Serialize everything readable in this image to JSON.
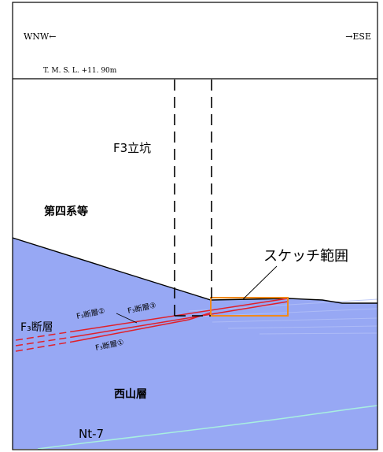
{
  "header": {
    "left_direction": "WNW←",
    "right_direction": "→ESE",
    "elevation_label": "T. M. S. L. +11. 90m"
  },
  "labels": {
    "shaft": "F3立坑",
    "quaternary": "第四系等",
    "sketch_area": "スケッチ範囲",
    "fault_main": "F₃断層",
    "fault_1": "F₃断層①",
    "fault_2": "F₃断層②",
    "fault_3": "F₃断層③",
    "nishiyama": "西山層",
    "nt7": "Nt-7"
  },
  "colors": {
    "bedrock": "#97a8f4",
    "bedrock_streak": "#b3c0f7",
    "fault": "#e0202a",
    "sketch_box": "#f08a1c",
    "key_bed": "#a8efe0",
    "outline": "#000000",
    "background": "#ffffff"
  }
}
